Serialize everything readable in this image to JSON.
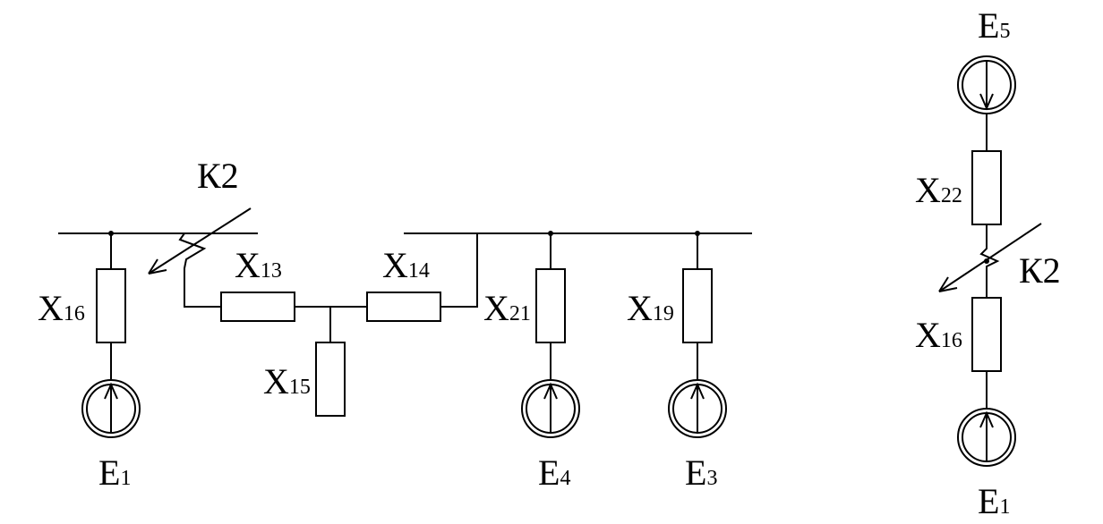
{
  "left_scheme": {
    "fault_label": "К2",
    "x16_label": "X",
    "x16_sub": "16",
    "x13_label": "X",
    "x13_sub": "13",
    "x14_label": "X",
    "x14_sub": "14",
    "x15_label": "X",
    "x15_sub": "15",
    "x21_label": "X",
    "x21_sub": "21",
    "x19_label": "X",
    "x19_sub": "19",
    "e1_label": "E",
    "e1_sub": "1",
    "e4_label": "E",
    "e4_sub": "4",
    "e3_label": "E",
    "e3_sub": "3"
  },
  "right_scheme": {
    "e5_label": "E",
    "e5_sub": "5",
    "x22_label": "X",
    "x22_sub": "22",
    "fault_label": "К2",
    "x16_label": "X",
    "x16_sub": "16",
    "e1_label": "E",
    "e1_sub": "1"
  }
}
